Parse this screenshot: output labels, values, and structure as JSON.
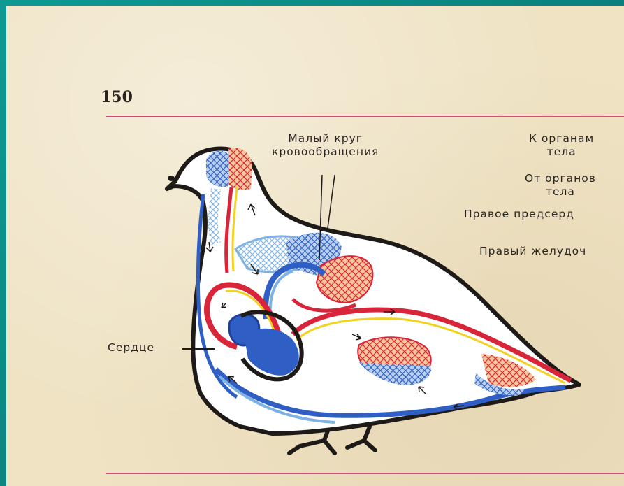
{
  "page_number": "150",
  "labels": {
    "pulmonary_circulation_line1": "Малый круг",
    "pulmonary_circulation_line2": "кровообращения",
    "to_organs_line1": "К органам",
    "to_organs_line2": "тела",
    "from_organs_line1": "От органов",
    "from_organs_line2": "тела",
    "right_atrium": "Правое предсерд",
    "right_ventricle": "Правый желудоч",
    "heart": "Сердце"
  },
  "colors": {
    "arterial": "#d8253a",
    "venous": "#2f5fc4",
    "light_venous": "#7fb2e4",
    "mixed": "#f2d21e",
    "outline": "#1e1a18",
    "rule": "#d24a7a"
  }
}
